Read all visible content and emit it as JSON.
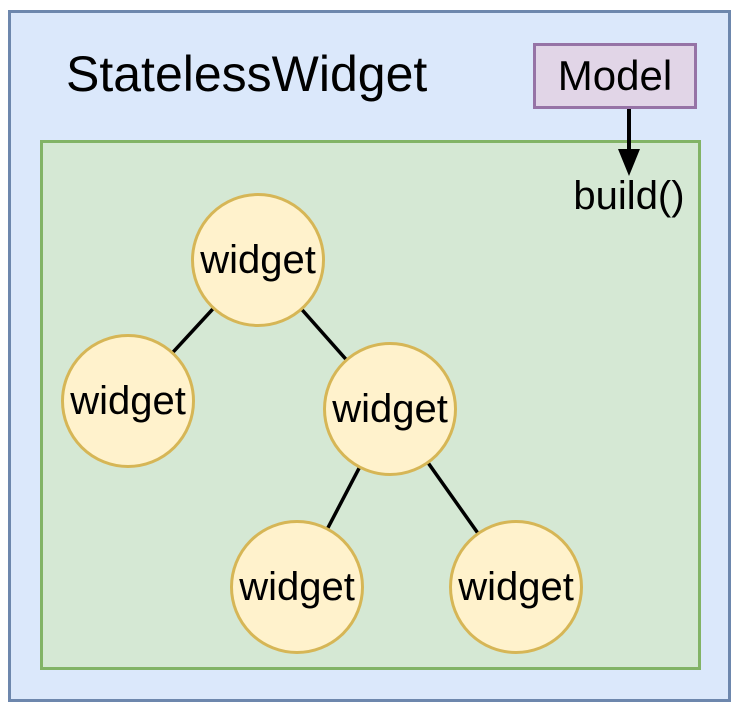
{
  "diagram": {
    "title": "StatelessWidget",
    "model": {
      "label": "Model"
    },
    "build": {
      "label": "build()"
    },
    "tree": {
      "nodes": [
        {
          "id": "root",
          "label": "widget"
        },
        {
          "id": "left-child",
          "label": "widget"
        },
        {
          "id": "right-child",
          "label": "widget"
        },
        {
          "id": "right-left-grandchild",
          "label": "widget"
        },
        {
          "id": "right-right-grandchild",
          "label": "widget"
        }
      ],
      "edges": [
        "root->left-child",
        "root->right-child",
        "right-child->right-left-grandchild",
        "right-child->right-right-grandchild"
      ]
    },
    "colors": {
      "outer_fill": "#dbe8fb",
      "outer_border": "#6d87ad",
      "tree_panel_fill": "#d5e8d4",
      "tree_panel_border": "#82b366",
      "node_fill": "#fff2cc",
      "node_border": "#d6b656",
      "model_fill": "#e1d5e7",
      "model_border": "#9673a6",
      "connector": "#000000",
      "text": "#000000"
    }
  }
}
